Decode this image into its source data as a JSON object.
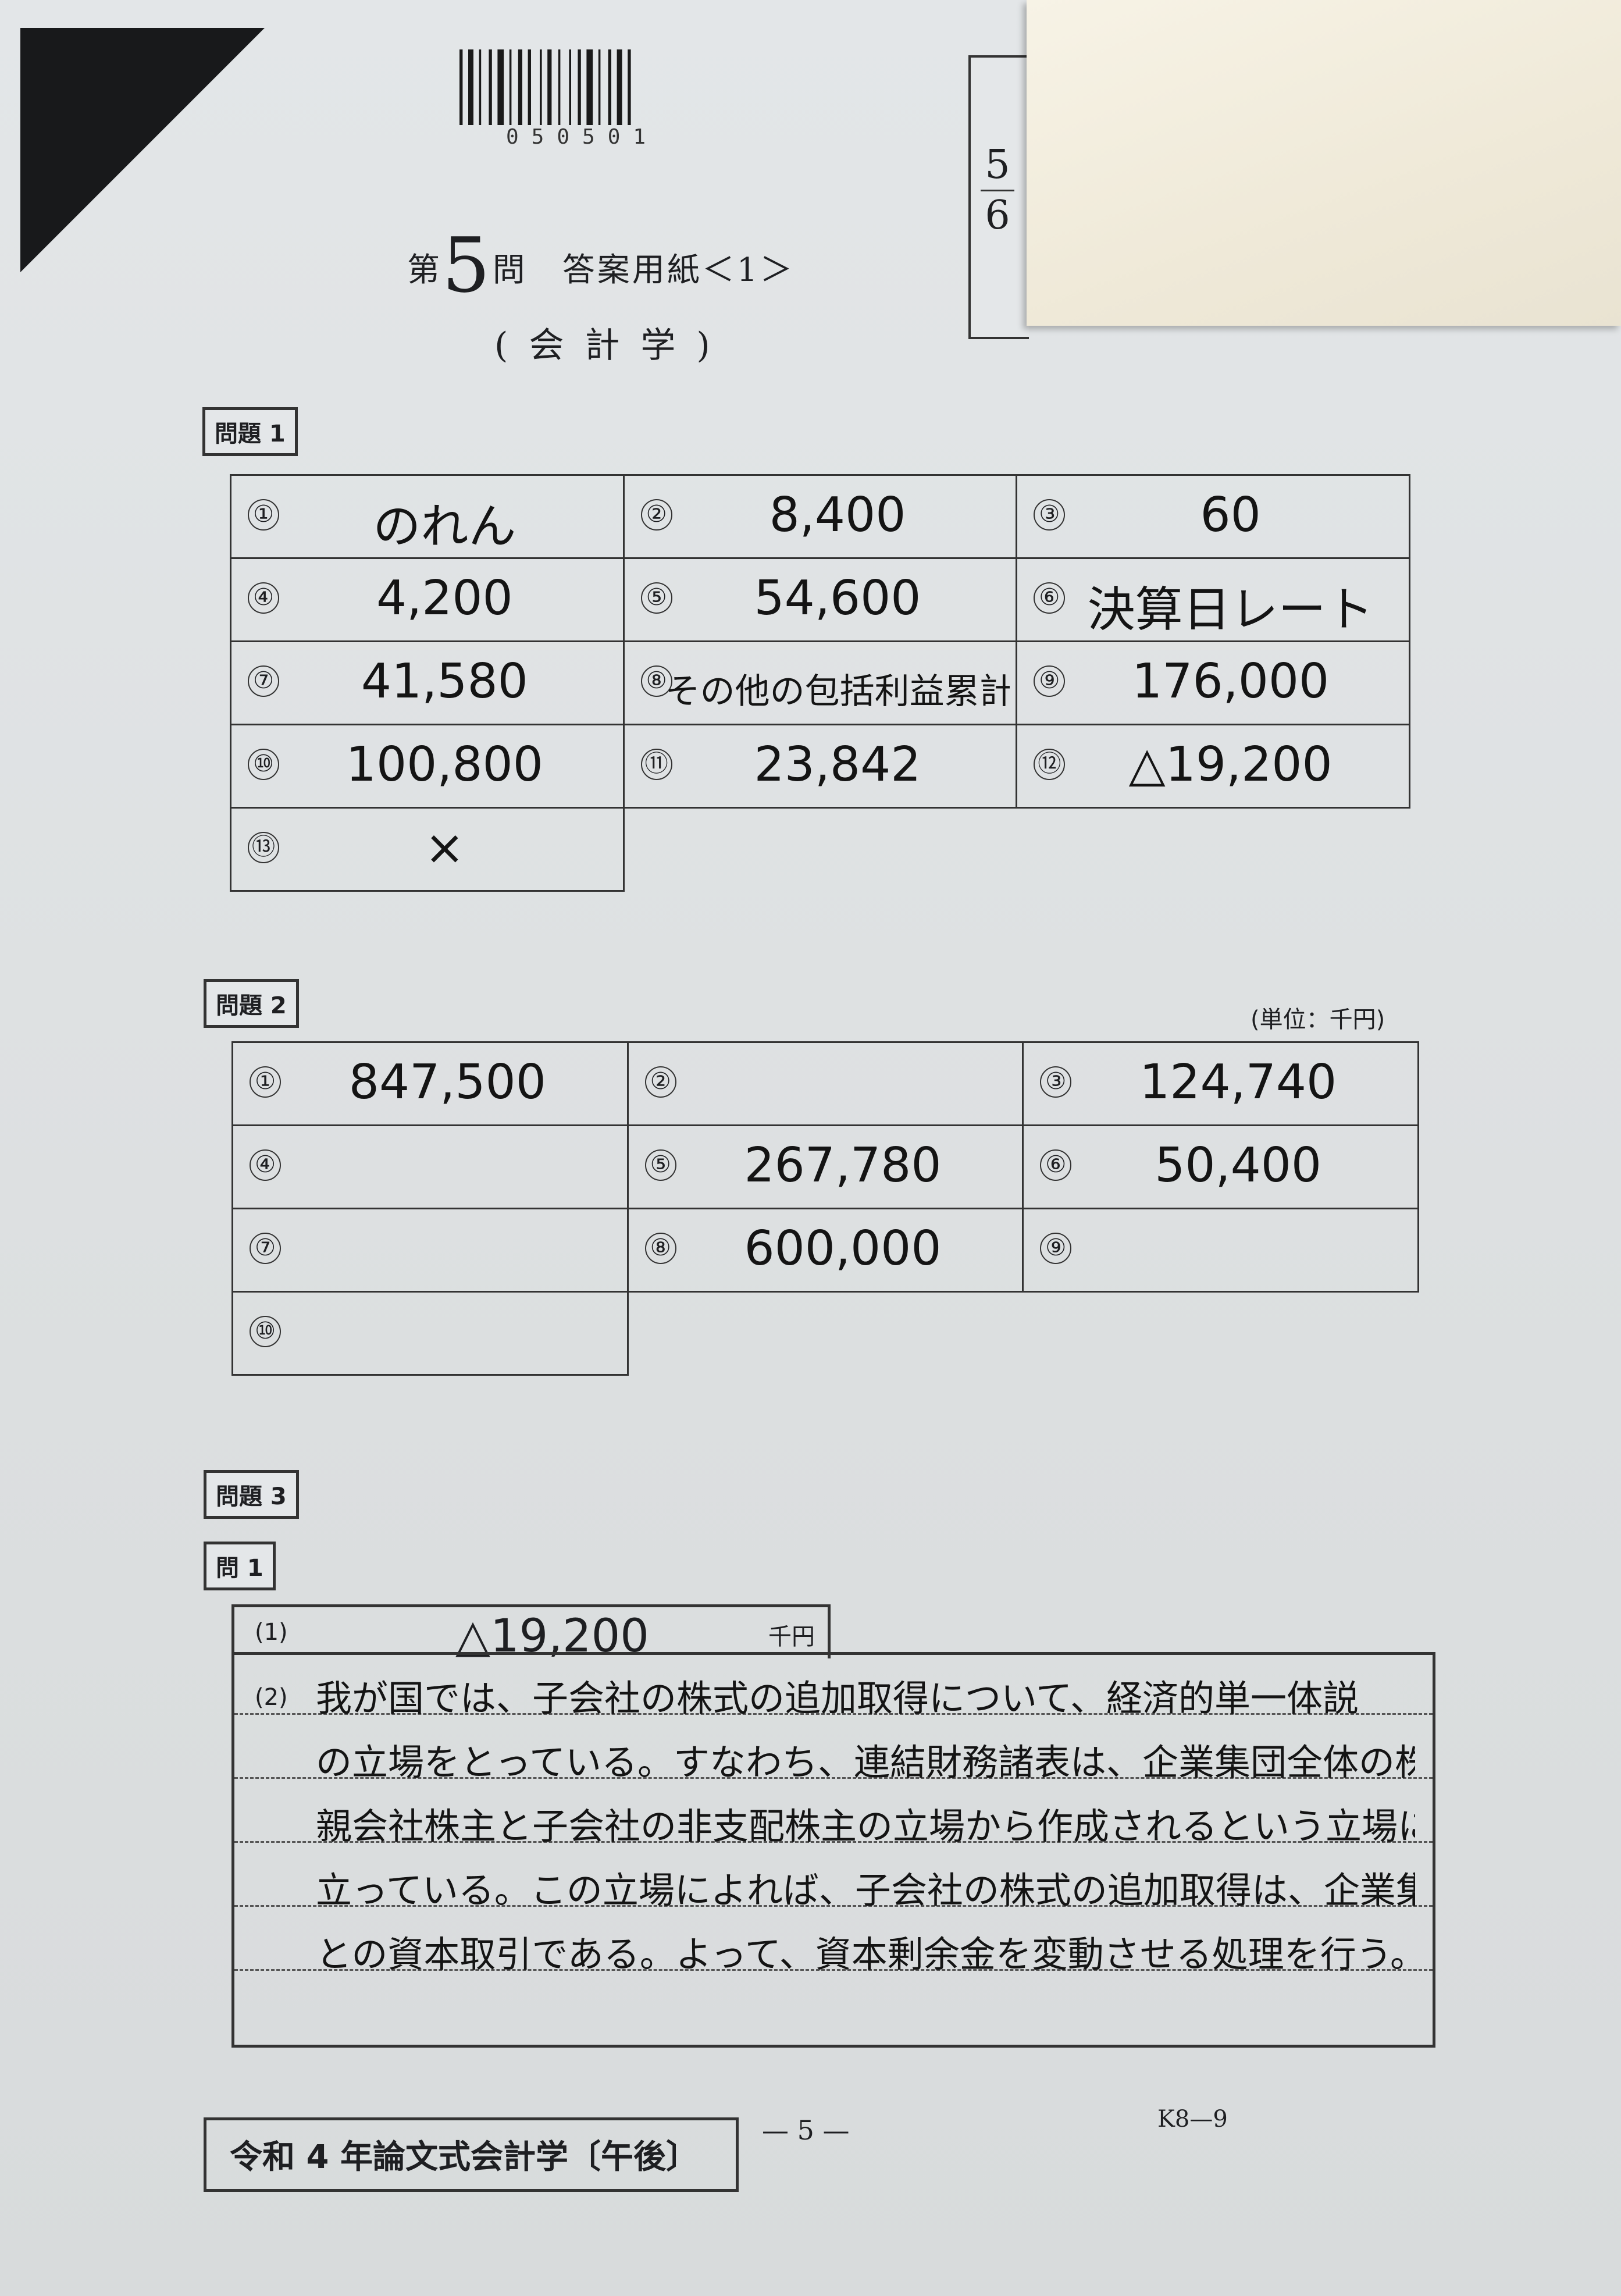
{
  "barcode": {
    "number": "050501"
  },
  "side_tab": {
    "top": "5",
    "bottom": "6"
  },
  "header": {
    "title_prefix": "第",
    "title_number": "5",
    "title_suffix": "問　答案用紙＜1＞",
    "subtitle": "(会計学)"
  },
  "problem1": {
    "label": "問題 1",
    "cells": [
      {
        "no": "①",
        "answer": "のれん"
      },
      {
        "no": "②",
        "answer": "8,400"
      },
      {
        "no": "③",
        "answer": "60"
      },
      {
        "no": "④",
        "answer": "4,200"
      },
      {
        "no": "⑤",
        "answer": "54,600"
      },
      {
        "no": "⑥",
        "answer": "決算日レート"
      },
      {
        "no": "⑦",
        "answer": "41,580"
      },
      {
        "no": "⑧",
        "answer": "その他の包括利益累計額"
      },
      {
        "no": "⑨",
        "answer": "176,000"
      },
      {
        "no": "⑩",
        "answer": "100,800"
      },
      {
        "no": "⑪",
        "answer": "23,842"
      },
      {
        "no": "⑫",
        "answer": "△19,200"
      },
      {
        "no": "⑬",
        "answer": "×"
      }
    ]
  },
  "problem2": {
    "label": "問題 2",
    "unit": "(単位：千円)",
    "cells": [
      {
        "no": "①",
        "answer": "847,500"
      },
      {
        "no": "②",
        "answer": ""
      },
      {
        "no": "③",
        "answer": "124,740"
      },
      {
        "no": "④",
        "answer": ""
      },
      {
        "no": "⑤",
        "answer": "267,780"
      },
      {
        "no": "⑥",
        "answer": "50,400"
      },
      {
        "no": "⑦",
        "answer": ""
      },
      {
        "no": "⑧",
        "answer": "600,000"
      },
      {
        "no": "⑨",
        "answer": ""
      },
      {
        "no": "⑩",
        "answer": ""
      }
    ]
  },
  "problem3": {
    "label": "問題 3",
    "q1_label": "問 1",
    "part1": {
      "no": "(1)",
      "answer": "△19,200",
      "unit": "千円"
    },
    "part2": {
      "no": "(2)",
      "lines": [
        "我が国では、子会社の株式の追加取得について、経済的単一体説",
        "の立場をとっている。すなわち、連結財務諸表は、企業集団全体の株主、つまり",
        "親会社株主と子会社の非支配株主の立場から作成されるという立場に",
        "立っている。この立場によれば、子会社の株式の追加取得は、企業集団の株主",
        "との資本取引である。よって、資本剰余金を変動させる処理を行う。"
      ]
    }
  },
  "footer": {
    "exam_title": "令和 4 年論文式会計学〔午後〕",
    "page": "— 5 —",
    "code": "K8—9"
  }
}
